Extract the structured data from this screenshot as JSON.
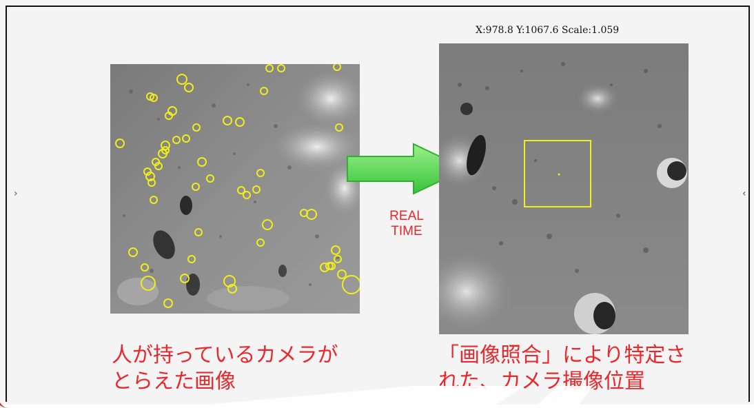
{
  "readout": {
    "text": "X:978.8   Y:1067.6   Scale:1.059"
  },
  "arrow_label": {
    "line1": "REAL",
    "line2": "TIME",
    "color": "#e8282c"
  },
  "captions": {
    "left_line1": "人が持っているカメラが",
    "left_line2": "とらえた画像",
    "right_line1": "「画像照合」により特定さ",
    "right_line2": "れた、カメラ撮像位置"
  },
  "colors": {
    "caption": "#e8282c",
    "marker": "#f2ee17",
    "arrow_fill": "#5fd85a",
    "frame_accent": "#d62020"
  },
  "icons": {
    "arrow": "right-arrow-icon",
    "match_box": "match-square-icon"
  }
}
